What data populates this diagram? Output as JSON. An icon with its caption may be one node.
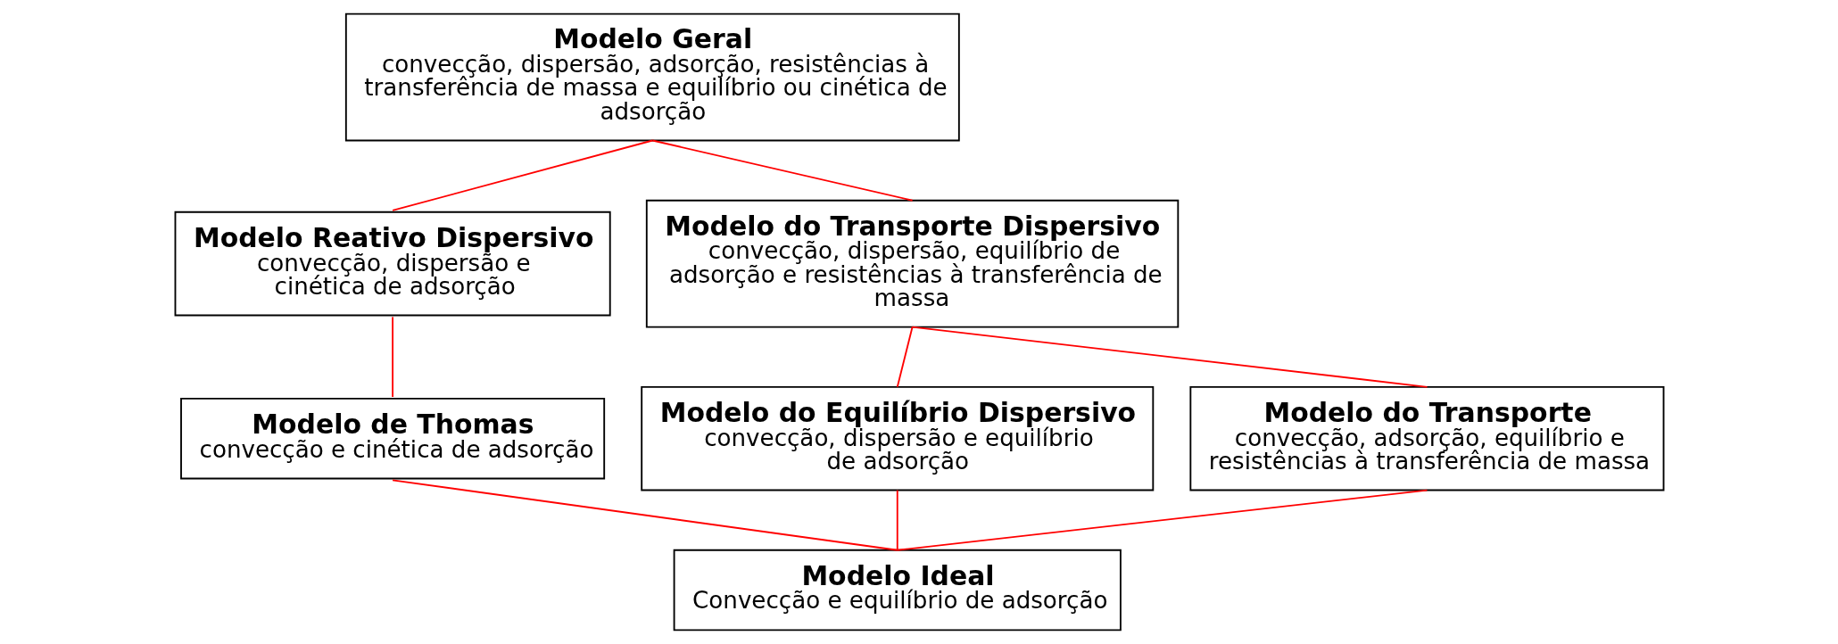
{
  "diagram": {
    "nodes": [
      {
        "text": [
          "Modelo Geral",
          "convecção, dispersão, adsorção, resistências à transferência de massa e equilíbrio ou cinética de adsorção"
        ]
      },
      {
        "text": [
          "Modelo Reativo Dispersivo",
          "convecção, dispersão e cinética de adsorção"
        ]
      },
      {
        "text": [
          "Modelo do Transporte Dispersivo",
          "convecção, dispersão, equilíbrio de adsorção e resistências à transferência de massa"
        ]
      },
      {
        "text": [
          "Modelo de Thomas",
          "convecção e cinética de adsorção"
        ]
      },
      {
        "text": [
          "Modelo do Equilíbrio Dispersivo",
          "convecção, dispersão e equilíbrio de adsorção"
        ]
      },
      {
        "text": [
          "Modelo do Transporte",
          "convecção, adsorção, equilíbrio e resistências à transferência de massa"
        ]
      },
      {
        "text": [
          "Modelo Ideal",
          "Convecção e equilíbrio de adsorção"
        ]
      }
    ],
    "edges": [
      {
        "from": 0,
        "to": 1,
        "arrow": "none"
      },
      {
        "from": 0,
        "to": 2,
        "arrow": "none"
      },
      {
        "from": 1,
        "to": 3,
        "arrow": "none"
      },
      {
        "from": 2,
        "to": 4,
        "arrow": "none"
      },
      {
        "from": 2,
        "to": 5,
        "arrow": "none"
      },
      {
        "from": 3,
        "to": 6,
        "arrow": "none"
      },
      {
        "from": 4,
        "to": 6,
        "arrow": "none"
      },
      {
        "from": 5,
        "to": 6,
        "arrow": "none"
      }
    ]
  }
}
